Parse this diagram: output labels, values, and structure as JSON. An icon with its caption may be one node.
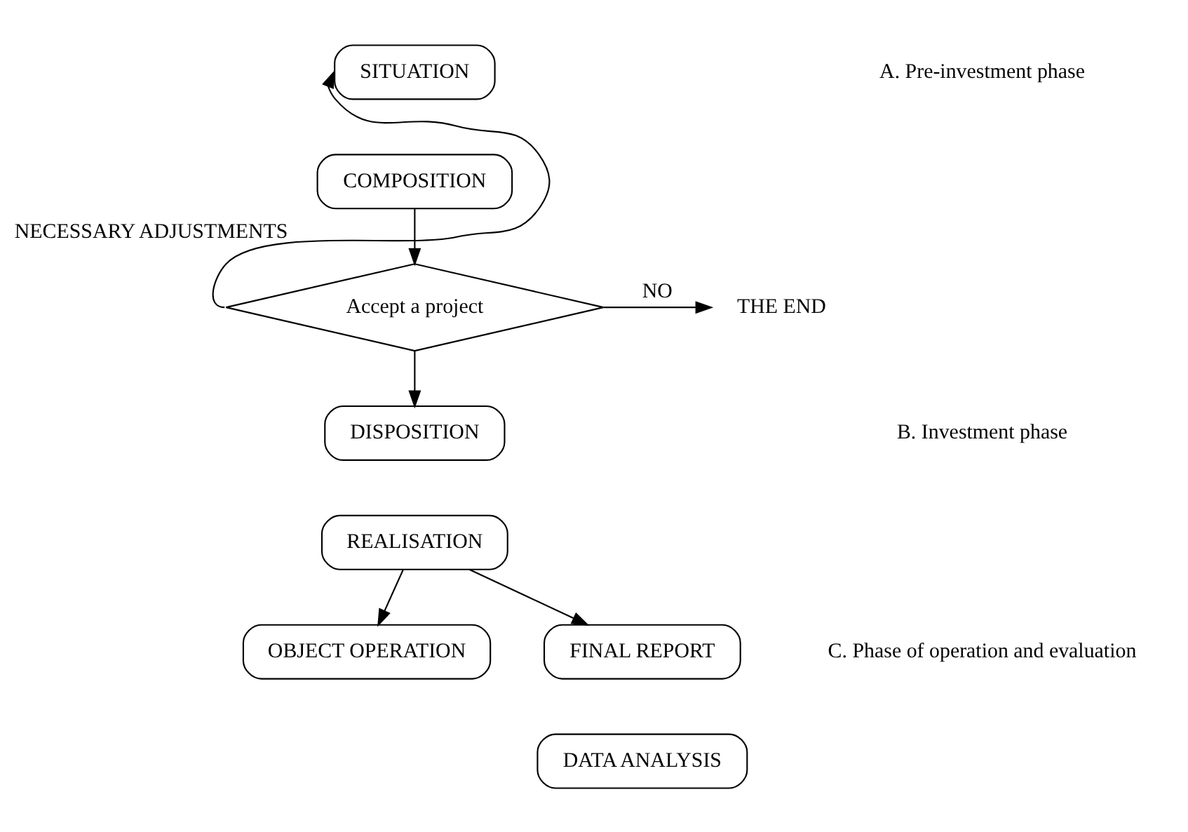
{
  "diagram": {
    "nodes": [
      {
        "text": [
          "SITUATION"
        ]
      },
      {
        "text": [
          "COMPOSITION"
        ]
      },
      {
        "text": [
          "Accept a project"
        ]
      },
      {
        "text": [
          "THE END"
        ]
      },
      {
        "text": [
          "DISPOSITION"
        ]
      },
      {
        "text": [
          "REALISATION"
        ]
      },
      {
        "text": [
          "OBJECT OPERATION"
        ]
      },
      {
        "text": [
          "FINAL REPORT"
        ]
      },
      {
        "text": [
          "DATA ANALYSIS"
        ]
      }
    ],
    "edges": [
      {
        "from": 1,
        "to": 2,
        "arrow": "to"
      },
      {
        "from": 2,
        "to": 0,
        "arrow": "to",
        "label": "NECESSARY ADJUSTMENTS"
      },
      {
        "from": 2,
        "to": 3,
        "arrow": "to",
        "label": "NO"
      },
      {
        "from": 2,
        "to": 4,
        "arrow": "to"
      },
      {
        "from": 5,
        "to": 6,
        "arrow": "to"
      },
      {
        "from": 5,
        "to": 7,
        "arrow": "to"
      }
    ],
    "labels": [
      "A. Pre-investment phase",
      "B. Investment phase",
      "C. Phase of operation and evaluation"
    ]
  }
}
